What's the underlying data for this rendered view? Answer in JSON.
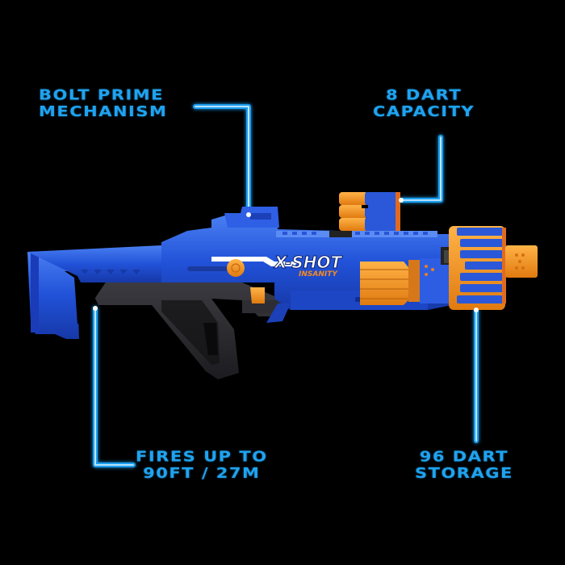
{
  "product": {
    "brand": "X-SHOT",
    "brand_sub": "INSANITY",
    "colors": {
      "background": "#000000",
      "label_blue": "#1fa3f0",
      "line_glow": "#1b9ff0",
      "line_core": "#e8f7ff",
      "body_blue": "#1f4fd6",
      "body_blue_light": "#3f73ee",
      "grip_black": "#2a2a2e",
      "dart_orange": "#f59a26",
      "dart_blue": "#2450d0"
    }
  },
  "callouts": [
    {
      "id": "bolt",
      "line1": "BOLT PRIME",
      "line2": "MECHANISM"
    },
    {
      "id": "capacity",
      "line1": "8 DART",
      "line2": "CAPACITY"
    },
    {
      "id": "range",
      "line1": "FIRES UP TO",
      "line2": "90FT / 27M"
    },
    {
      "id": "storage",
      "line1": "96 DART",
      "line2": "STORAGE"
    }
  ]
}
